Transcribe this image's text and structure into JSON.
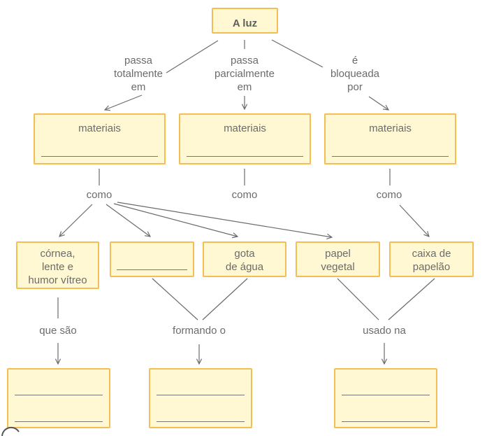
{
  "root": "A luz",
  "branches": {
    "left": {
      "line1": "passa",
      "line2": "totalmente",
      "line3": "em"
    },
    "middle": {
      "line1": "passa",
      "line2": "parcialmente",
      "line3": "em"
    },
    "right": {
      "line1": "é",
      "line2": "bloqueada",
      "line3": "por"
    }
  },
  "materials": {
    "left": "materiais",
    "middle": "materiais",
    "right": "materiais"
  },
  "como": {
    "left": "como",
    "middle": "como",
    "right": "como"
  },
  "examples": {
    "cornea": {
      "line1": "córnea,",
      "line2": "lente e",
      "line3": "humor vítreo"
    },
    "gota": {
      "line1": "gota",
      "line2": "de água"
    },
    "papel": {
      "line1": "papel",
      "line2": "vegetal"
    },
    "caixa": {
      "line1": "caixa de",
      "line2": "papelão"
    }
  },
  "connectors": {
    "que_sao": "que são",
    "formando": "formando o",
    "usado": "usado na"
  },
  "colors": {
    "box_fill": "#fff8d2",
    "box_border": "#f3bf52",
    "line": "#6b6b6b"
  }
}
